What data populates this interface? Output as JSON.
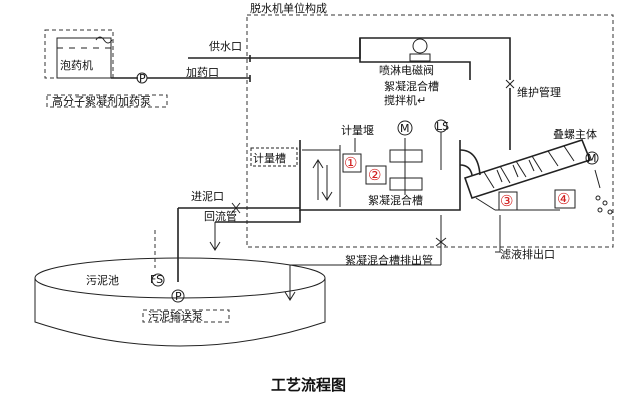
{
  "caption": "工艺流程图",
  "labels": {
    "dewater_unit": "脱水机单位构成",
    "dosing_machine": "泡药机",
    "polymer_pump": "高分子絮凝剂加药泵",
    "water_inlet": "供水口",
    "dosing_inlet": "加药口",
    "spray_valve": "喷淋电磁阀",
    "mixing_tank_stirrer": "絮凝混合槽\n搅拌机",
    "maintenance_pipe": "维护管理",
    "metering_weir": "计量堰",
    "metering_tank": "计量槽",
    "mixing_tank": "絮凝混合槽",
    "screw_body": "叠螺主体",
    "sludge_inlet": "进泥口",
    "return_pipe": "回流管",
    "mixing_drain": "絮凝混合槽排出管",
    "filtrate_outlet": "滤液排出口",
    "sludge_pool": "污泥池",
    "sludge_pump": "污泥输送泵",
    "symbol_m": "M",
    "symbol_ls": "LS",
    "symbol_fs": "FS",
    "symbol_p": "P"
  },
  "markers": [
    "①",
    "②",
    "③",
    "④"
  ]
}
